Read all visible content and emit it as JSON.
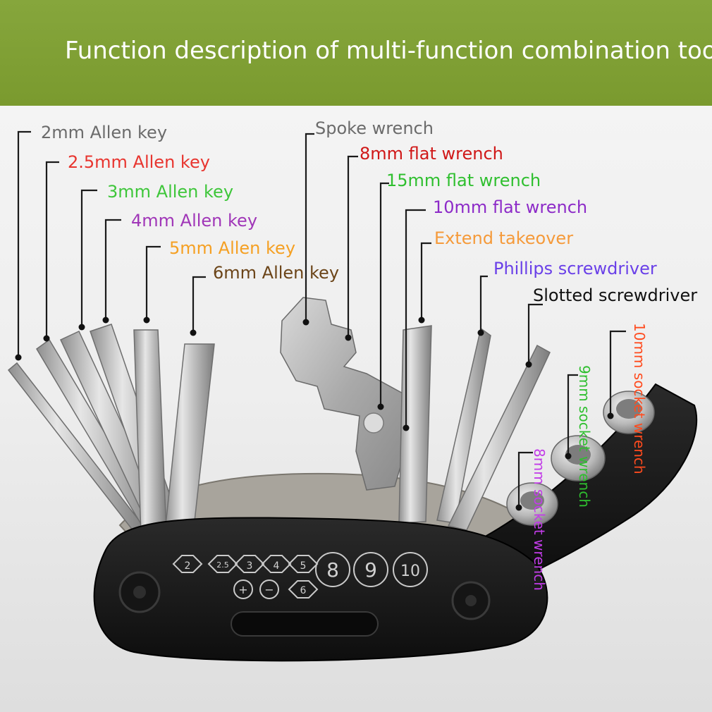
{
  "title": "Function description of multi-function combination tool",
  "labels": {
    "allen_2": {
      "text": "2mm Allen key",
      "color": "#6b6b6b"
    },
    "allen_2_5": {
      "text": "2.5mm Allen key",
      "color": "#e8352f"
    },
    "allen_3": {
      "text": "3mm Allen key",
      "color": "#3ec63a"
    },
    "allen_4": {
      "text": "4mm Allen key",
      "color": "#a036b8"
    },
    "allen_5": {
      "text": "5mm Allen key",
      "color": "#f5a023"
    },
    "allen_6": {
      "text": "6mm Allen key",
      "color": "#6b4418"
    },
    "spoke": {
      "text": "Spoke wrench",
      "color": "#6b6b6b"
    },
    "flat_8": {
      "text": "8mm flat wrench",
      "color": "#d01818"
    },
    "flat_15": {
      "text": "15mm flat wrench",
      "color": "#2fbf2f"
    },
    "flat_10": {
      "text": "10mm flat wrench",
      "color": "#8d2bc8"
    },
    "extend": {
      "text": "Extend takeover",
      "color": "#f59a3a"
    },
    "phillips": {
      "text": "Phillips screwdriver",
      "color": "#6a40e8"
    },
    "slotted": {
      "text": "Slotted screwdriver",
      "color": "#111111"
    },
    "socket_10": {
      "text": "10mm socket wrench",
      "color": "#ff4b1e"
    },
    "socket_9": {
      "text": "9mm socket wrench",
      "color": "#2fbf2f"
    },
    "socket_8": {
      "text": "8mm socket wrench",
      "color": "#c23ce8"
    }
  },
  "handle_marks": {
    "row1": [
      "2",
      "2.5",
      "3",
      "4",
      "5"
    ],
    "row2": [
      "+",
      "−",
      "6"
    ],
    "large": [
      "8",
      "9",
      "10"
    ]
  },
  "colors": {
    "banner": "#7c9c30",
    "leader": "#1a1a1a",
    "handle": "#1b1b1b",
    "steel": "#c8c8c8"
  }
}
